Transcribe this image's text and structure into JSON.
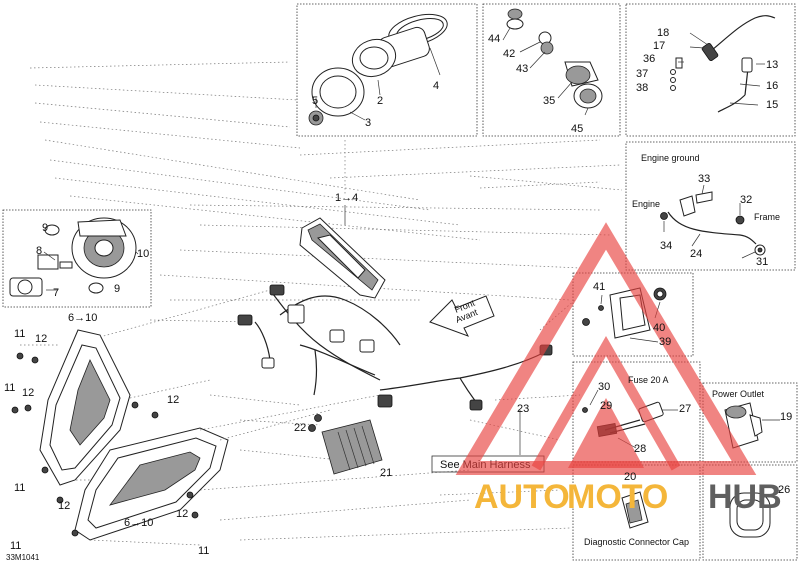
{
  "diagram": {
    "code": "33M1041",
    "callouts": [
      "1→4",
      "2",
      "3",
      "4",
      "5",
      "6→10",
      "6→10",
      "7",
      "8",
      "9",
      "9",
      "10",
      "11",
      "11",
      "11",
      "11",
      "11",
      "12",
      "12",
      "12",
      "12",
      "12",
      "13",
      "15",
      "16",
      "17",
      "18",
      "19",
      "20",
      "21",
      "22",
      "23",
      "24",
      "26",
      "27",
      "28",
      "29",
      "30",
      "31",
      "32",
      "33",
      "34",
      "35",
      "36",
      "37",
      "38",
      "39",
      "40",
      "41",
      "42",
      "43",
      "44",
      "45"
    ],
    "boxes": {
      "engine_ground": "Engine ground",
      "engine": "Engine",
      "frame": "Frame",
      "fuse": "Fuse 20 A",
      "power_outlet": "Power Outlet",
      "diagnostic": "Diagnostic Connector Cap"
    },
    "front_arrow": [
      "Front",
      "Avant"
    ],
    "see_main_harness": "See Main Harness"
  },
  "watermark": {
    "auto": "AUTO",
    "moto": "MOTO",
    "hub": "HUB",
    "colors": {
      "red": "#e8423f",
      "yellow": "#f4b63a",
      "grey": "#5f5f5f"
    }
  }
}
